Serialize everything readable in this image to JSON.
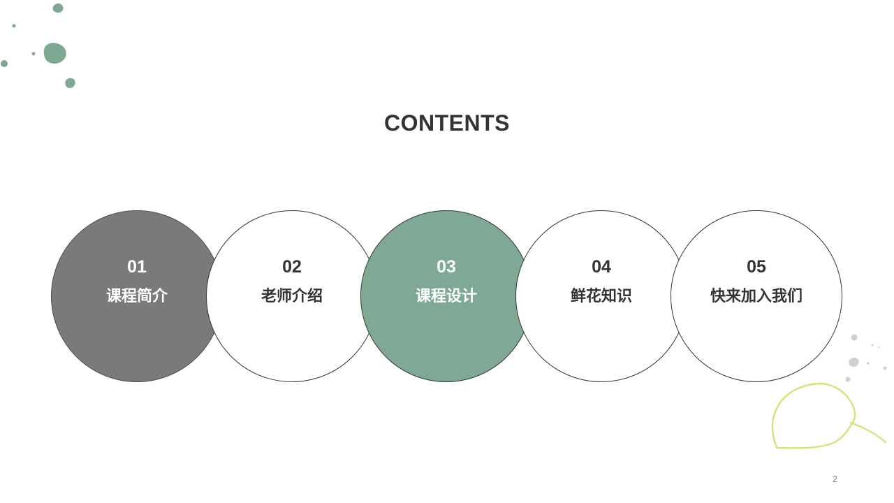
{
  "slide": {
    "title": "CONTENTS",
    "page_number": "2",
    "accent_green": "#80a995",
    "accent_gray": "#7a7a7a",
    "leaf_yellow": "#d9e07a"
  },
  "items": [
    {
      "num": "01",
      "label": "课程简介",
      "style": "gray"
    },
    {
      "num": "02",
      "label": "老师介绍",
      "style": "outline"
    },
    {
      "num": "03",
      "label": "课程设计",
      "style": "green"
    },
    {
      "num": "04",
      "label": "鲜花知识",
      "style": "outline"
    },
    {
      "num": "05",
      "label": "快来加入我们",
      "style": "outline"
    }
  ]
}
